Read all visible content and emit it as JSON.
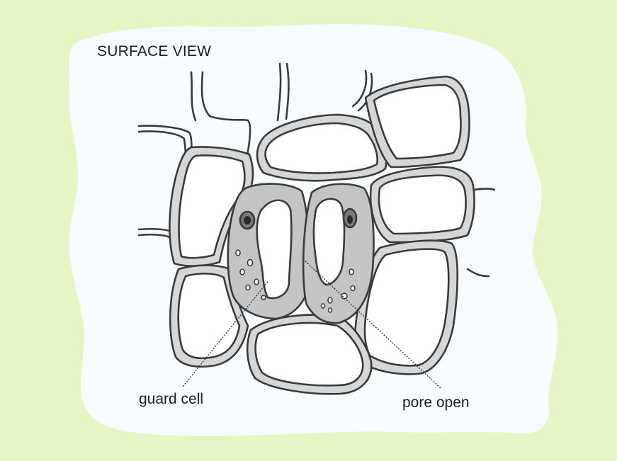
{
  "diagram": {
    "title": "SURFACE VIEW",
    "labels": {
      "guard_cell": "guard cell",
      "pore_open": "pore open"
    }
  },
  "colors": {
    "background": "#e6f5c4",
    "blob": "#f8fbfd",
    "cell_wall": "#3a3a3a",
    "wall_fill": "#d6d6d6",
    "guard_cytoplasm": "#c4c4c4",
    "cell_interior": "#ffffff"
  }
}
